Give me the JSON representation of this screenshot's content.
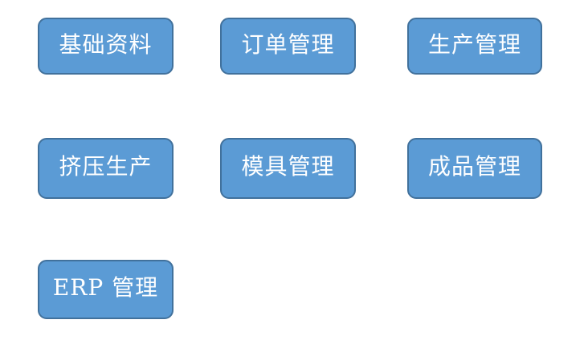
{
  "colors": {
    "button_fill": "#5b9bd5",
    "button_border": "#41719c",
    "button_text": "#ffffff",
    "canvas_background": "#ffffff"
  },
  "menu": {
    "buttons": [
      {
        "label": "基础资料"
      },
      {
        "label": "订单管理"
      },
      {
        "label": "生产管理"
      },
      {
        "label": "挤压生产"
      },
      {
        "label": "模具管理"
      },
      {
        "label": "成品管理"
      },
      {
        "label": "ERP 管理"
      }
    ]
  }
}
